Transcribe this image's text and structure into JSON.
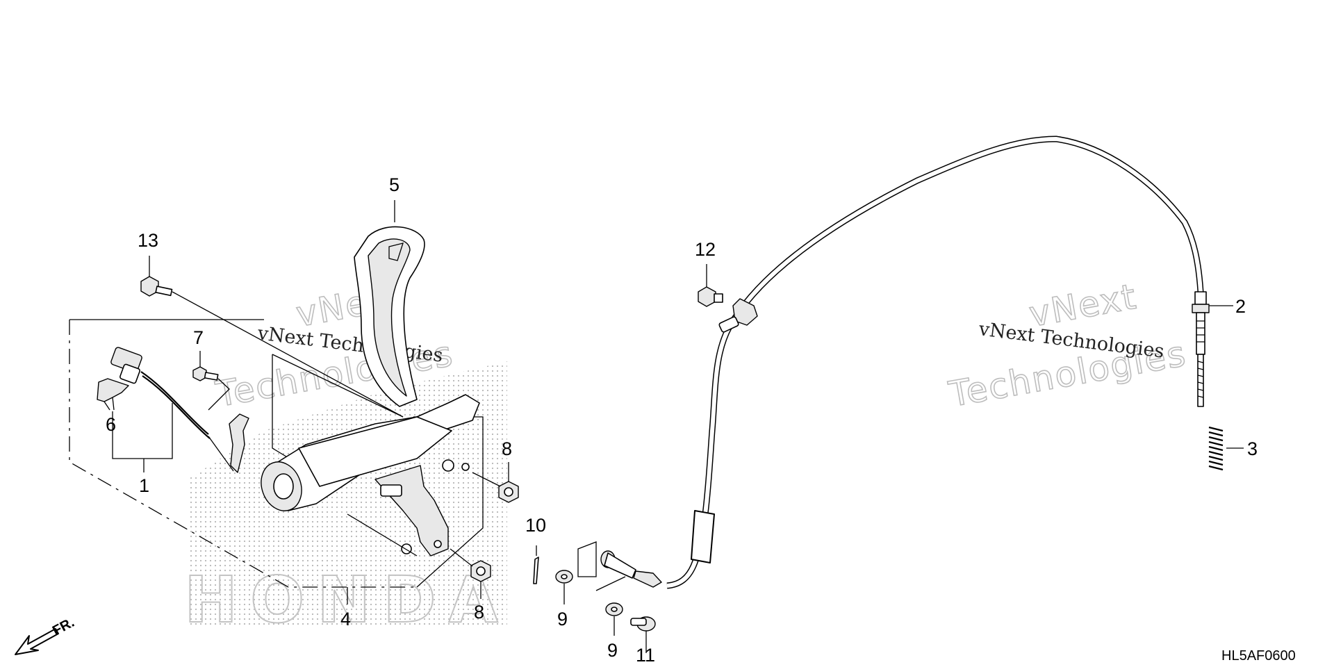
{
  "diagram": {
    "drawing_code": "HL5AF0600",
    "direction_label": "FR.",
    "callouts": {
      "c1": "1",
      "c2": "2",
      "c3": "3",
      "c4": "4",
      "c5": "5",
      "c6": "6",
      "c7": "7",
      "c8a": "8",
      "c8b": "8",
      "c9a": "9",
      "c9b": "9",
      "c10": "10",
      "c11": "11",
      "c12": "12",
      "c13": "13"
    },
    "watermarks": {
      "left_brand": "vNext",
      "left_brand_2": "Technologies",
      "left_text": "vNext Technologies",
      "right_brand": "vNext",
      "right_brand_2": "Technologies",
      "right_text": "vNext Technologies",
      "background_logo": "HONDA"
    }
  }
}
